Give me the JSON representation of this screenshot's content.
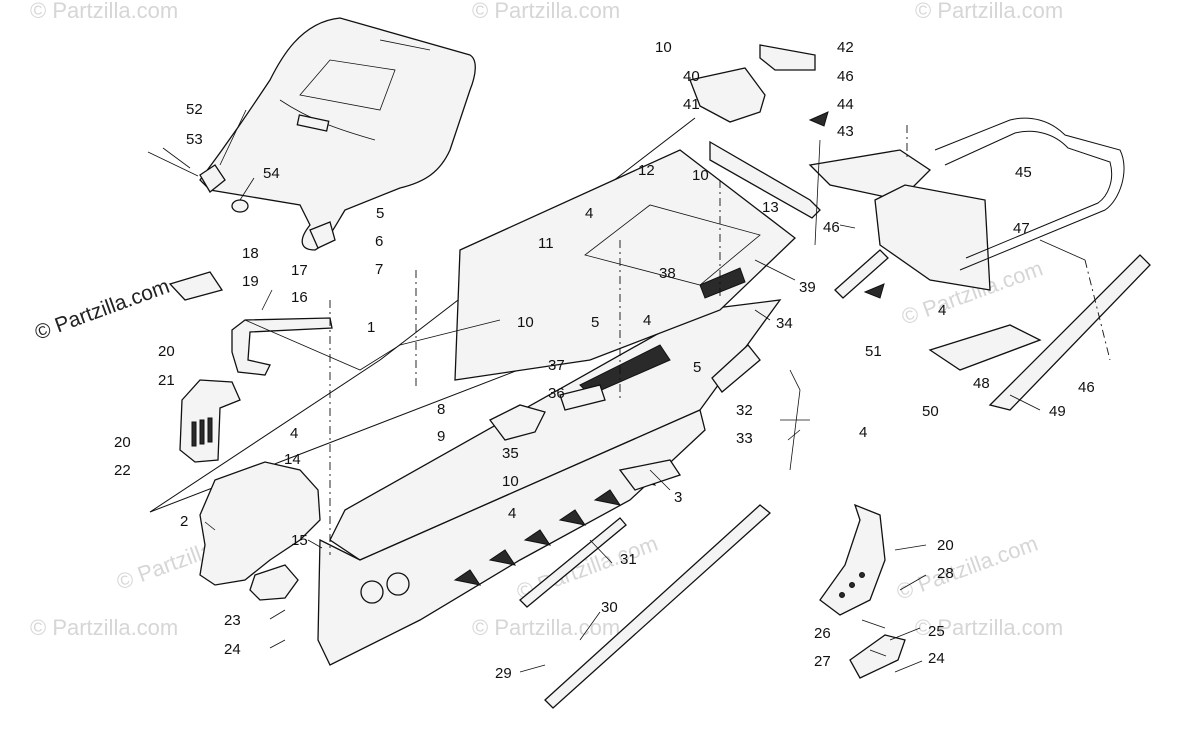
{
  "watermarks": {
    "main": "© Partzilla.com",
    "faint": "© Partzilla.com"
  },
  "colors": {
    "line": "#111111",
    "watermark": "#d6d6d6",
    "background": "#ffffff"
  },
  "callouts": [
    {
      "id": "c1",
      "text": "1"
    },
    {
      "id": "c2",
      "text": "2"
    },
    {
      "id": "c3",
      "text": "3"
    },
    {
      "id": "c4a",
      "text": "4"
    },
    {
      "id": "c4b",
      "text": "4"
    },
    {
      "id": "c4c",
      "text": "4"
    },
    {
      "id": "c4d",
      "text": "4"
    },
    {
      "id": "c4e",
      "text": "4"
    },
    {
      "id": "c4f",
      "text": "4"
    },
    {
      "id": "c5a",
      "text": "5"
    },
    {
      "id": "c5b",
      "text": "5"
    },
    {
      "id": "c5c",
      "text": "5"
    },
    {
      "id": "c6",
      "text": "6"
    },
    {
      "id": "c7",
      "text": "7"
    },
    {
      "id": "c8",
      "text": "8"
    },
    {
      "id": "c9",
      "text": "9"
    },
    {
      "id": "c10a",
      "text": "10"
    },
    {
      "id": "c10b",
      "text": "10"
    },
    {
      "id": "c10c",
      "text": "10"
    },
    {
      "id": "c10d",
      "text": "10"
    },
    {
      "id": "c11",
      "text": "11"
    },
    {
      "id": "c12",
      "text": "12"
    },
    {
      "id": "c13",
      "text": "13"
    },
    {
      "id": "c14",
      "text": "14"
    },
    {
      "id": "c15",
      "text": "15"
    },
    {
      "id": "c16",
      "text": "16"
    },
    {
      "id": "c17",
      "text": "17"
    },
    {
      "id": "c18",
      "text": "18"
    },
    {
      "id": "c19",
      "text": "19"
    },
    {
      "id": "c20a",
      "text": "20"
    },
    {
      "id": "c20b",
      "text": "20"
    },
    {
      "id": "c20c",
      "text": "20"
    },
    {
      "id": "c21",
      "text": "21"
    },
    {
      "id": "c22",
      "text": "22"
    },
    {
      "id": "c23",
      "text": "23"
    },
    {
      "id": "c24a",
      "text": "24"
    },
    {
      "id": "c24b",
      "text": "24"
    },
    {
      "id": "c25",
      "text": "25"
    },
    {
      "id": "c26",
      "text": "26"
    },
    {
      "id": "c27",
      "text": "27"
    },
    {
      "id": "c28",
      "text": "28"
    },
    {
      "id": "c29",
      "text": "29"
    },
    {
      "id": "c30",
      "text": "30"
    },
    {
      "id": "c31",
      "text": "31"
    },
    {
      "id": "c32",
      "text": "32"
    },
    {
      "id": "c33",
      "text": "33"
    },
    {
      "id": "c34",
      "text": "34"
    },
    {
      "id": "c35",
      "text": "35"
    },
    {
      "id": "c36",
      "text": "36"
    },
    {
      "id": "c37",
      "text": "37"
    },
    {
      "id": "c38",
      "text": "38"
    },
    {
      "id": "c39",
      "text": "39"
    },
    {
      "id": "c40",
      "text": "40"
    },
    {
      "id": "c41",
      "text": "41"
    },
    {
      "id": "c42",
      "text": "42"
    },
    {
      "id": "c43",
      "text": "43"
    },
    {
      "id": "c44",
      "text": "44"
    },
    {
      "id": "c45",
      "text": "45"
    },
    {
      "id": "c46a",
      "text": "46"
    },
    {
      "id": "c46b",
      "text": "46"
    },
    {
      "id": "c46c",
      "text": "46"
    },
    {
      "id": "c47",
      "text": "47"
    },
    {
      "id": "c48",
      "text": "48"
    },
    {
      "id": "c49",
      "text": "49"
    },
    {
      "id": "c50",
      "text": "50"
    },
    {
      "id": "c51",
      "text": "51"
    },
    {
      "id": "c52",
      "text": "52"
    },
    {
      "id": "c53",
      "text": "53"
    },
    {
      "id": "c54",
      "text": "54"
    }
  ]
}
